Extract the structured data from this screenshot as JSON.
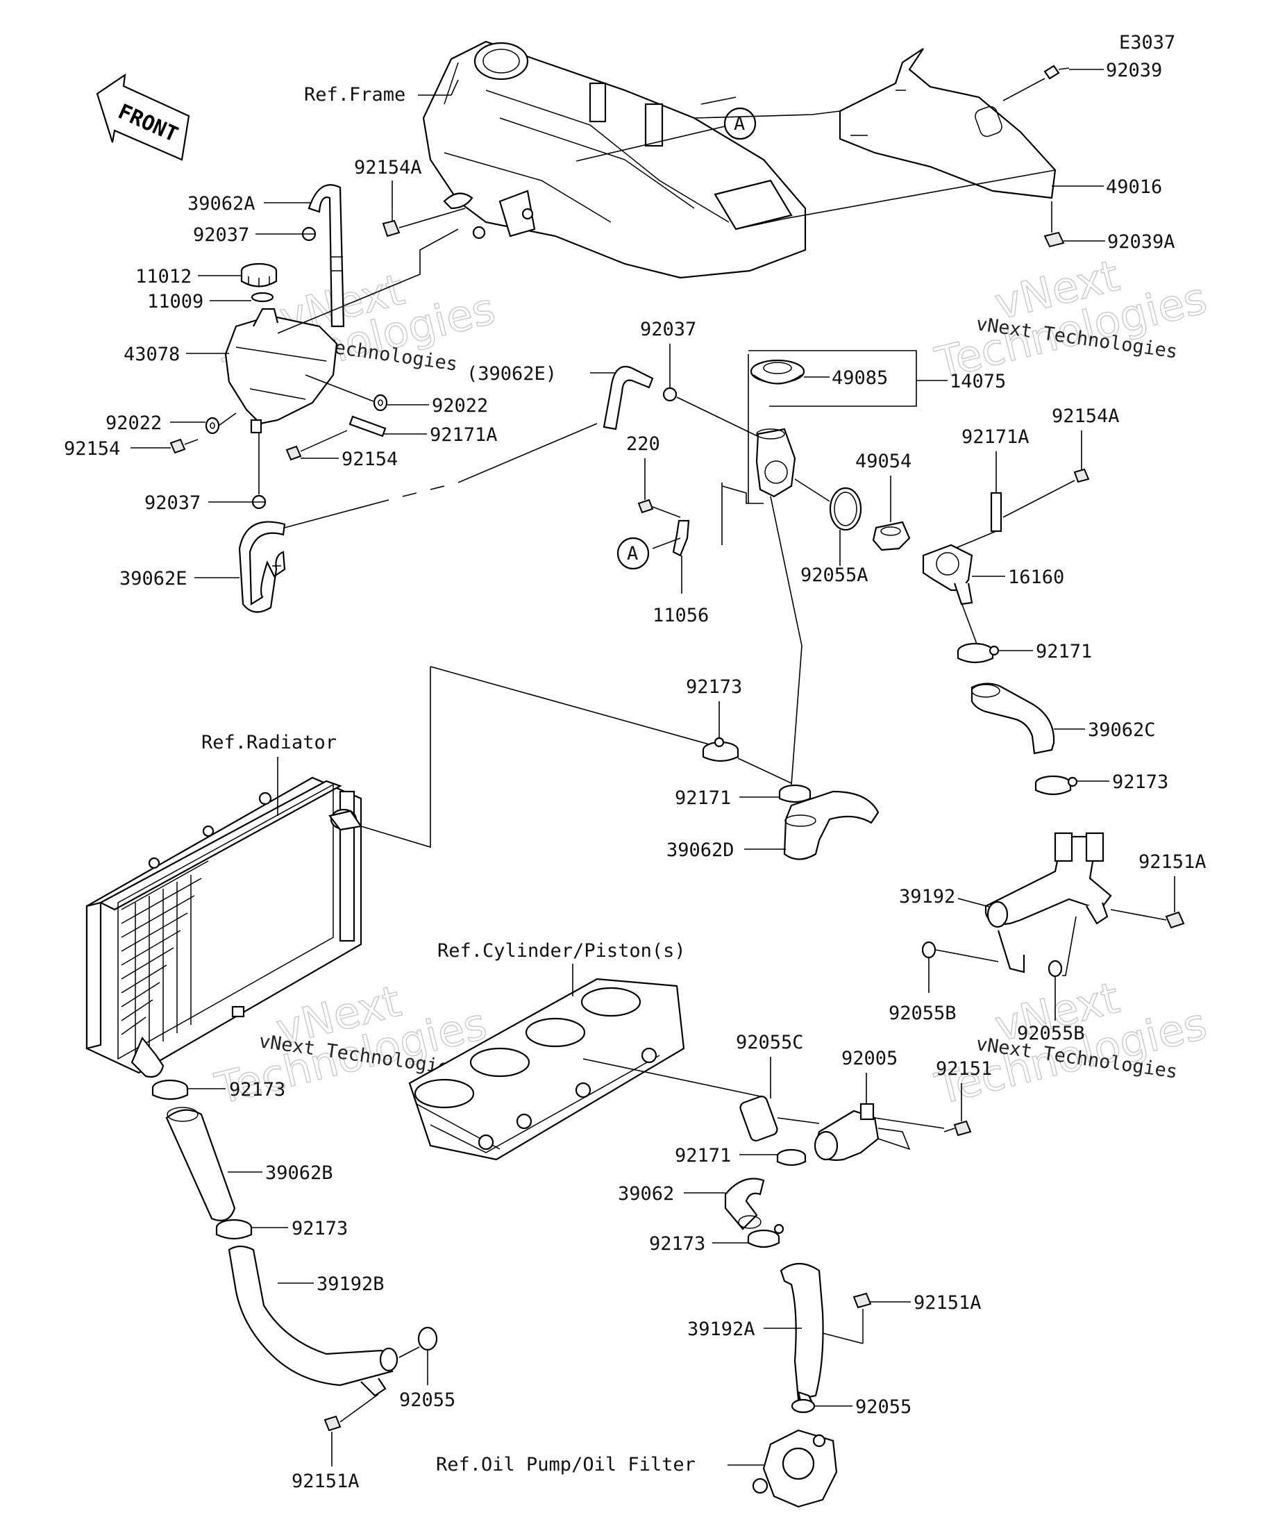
{
  "diagram_code": "E3037",
  "front_label": "FRONT",
  "circle_marker": "A",
  "refs": {
    "frame": "Ref.Frame",
    "radiator": "Ref.Radiator",
    "cylinder": "Ref.Cylinder/Piston(s)",
    "oil_pump": "Ref.Oil Pump/Oil Filter"
  },
  "watermark": {
    "line1": "vNext",
    "line2": "Technologies",
    "caption": "vNext Technologies"
  },
  "parts": {
    "p92039": "92039",
    "p49016": "49016",
    "p92039A": "92039A",
    "p39062A": "39062A",
    "p92154A_top": "92154A",
    "p92037_top": "92037",
    "p11012": "11012",
    "p11009": "11009",
    "p43078": "43078",
    "p92022_left": "92022",
    "p92022_right": "92022",
    "p92154_left": "92154",
    "p92171A_tank": "92171A",
    "p92154_center": "92154",
    "p92037_lower": "92037",
    "p39062E": "39062E",
    "p39062E_paren": "(39062E)",
    "p92037_mid": "92037",
    "p49085": "49085",
    "p14075": "14075",
    "p220": "220",
    "p11056": "11056",
    "p92055A": "92055A",
    "p49054": "49054",
    "p92171A_right": "92171A",
    "p92154A_right": "92154A",
    "p16160": "16160",
    "p92171_right": "92171",
    "p39062C": "39062C",
    "p92173_upper": "92173",
    "p92171_mid": "92171",
    "p39062D": "39062D",
    "p92173_right": "92173",
    "p92151A_right": "92151A",
    "p39192": "39192",
    "p92055B_left": "92055B",
    "p92055B_right": "92055B",
    "p92055C": "92055C",
    "p92005": "92005",
    "p92151": "92151",
    "p92171_lower": "92171",
    "p39062": "39062",
    "p92173_lower": "92173",
    "p92173_left1": "92173",
    "p39062B": "39062B",
    "p92173_left2": "92173",
    "p39192B": "39192B",
    "p92055_left": "92055",
    "p92151A_left": "92151A",
    "p39192A": "39192A",
    "p92151A_lower": "92151A",
    "p92055_lower": "92055"
  }
}
